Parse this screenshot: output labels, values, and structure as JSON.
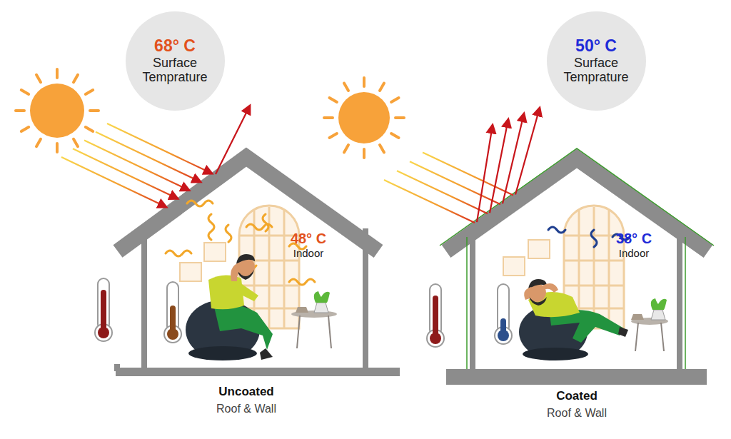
{
  "diagram": {
    "nodes": [
      {
        "text": [
          "68° C",
          "Surface Temprature"
        ]
      },
      {
        "text": [
          "50° C",
          "Surface Temprature"
        ]
      }
    ],
    "labels": [
      "48° C",
      "Indoor",
      "Uncoated",
      "Roof & Wall",
      "38° C",
      "Indoor",
      "Coated",
      "Roof & Wall"
    ]
  }
}
